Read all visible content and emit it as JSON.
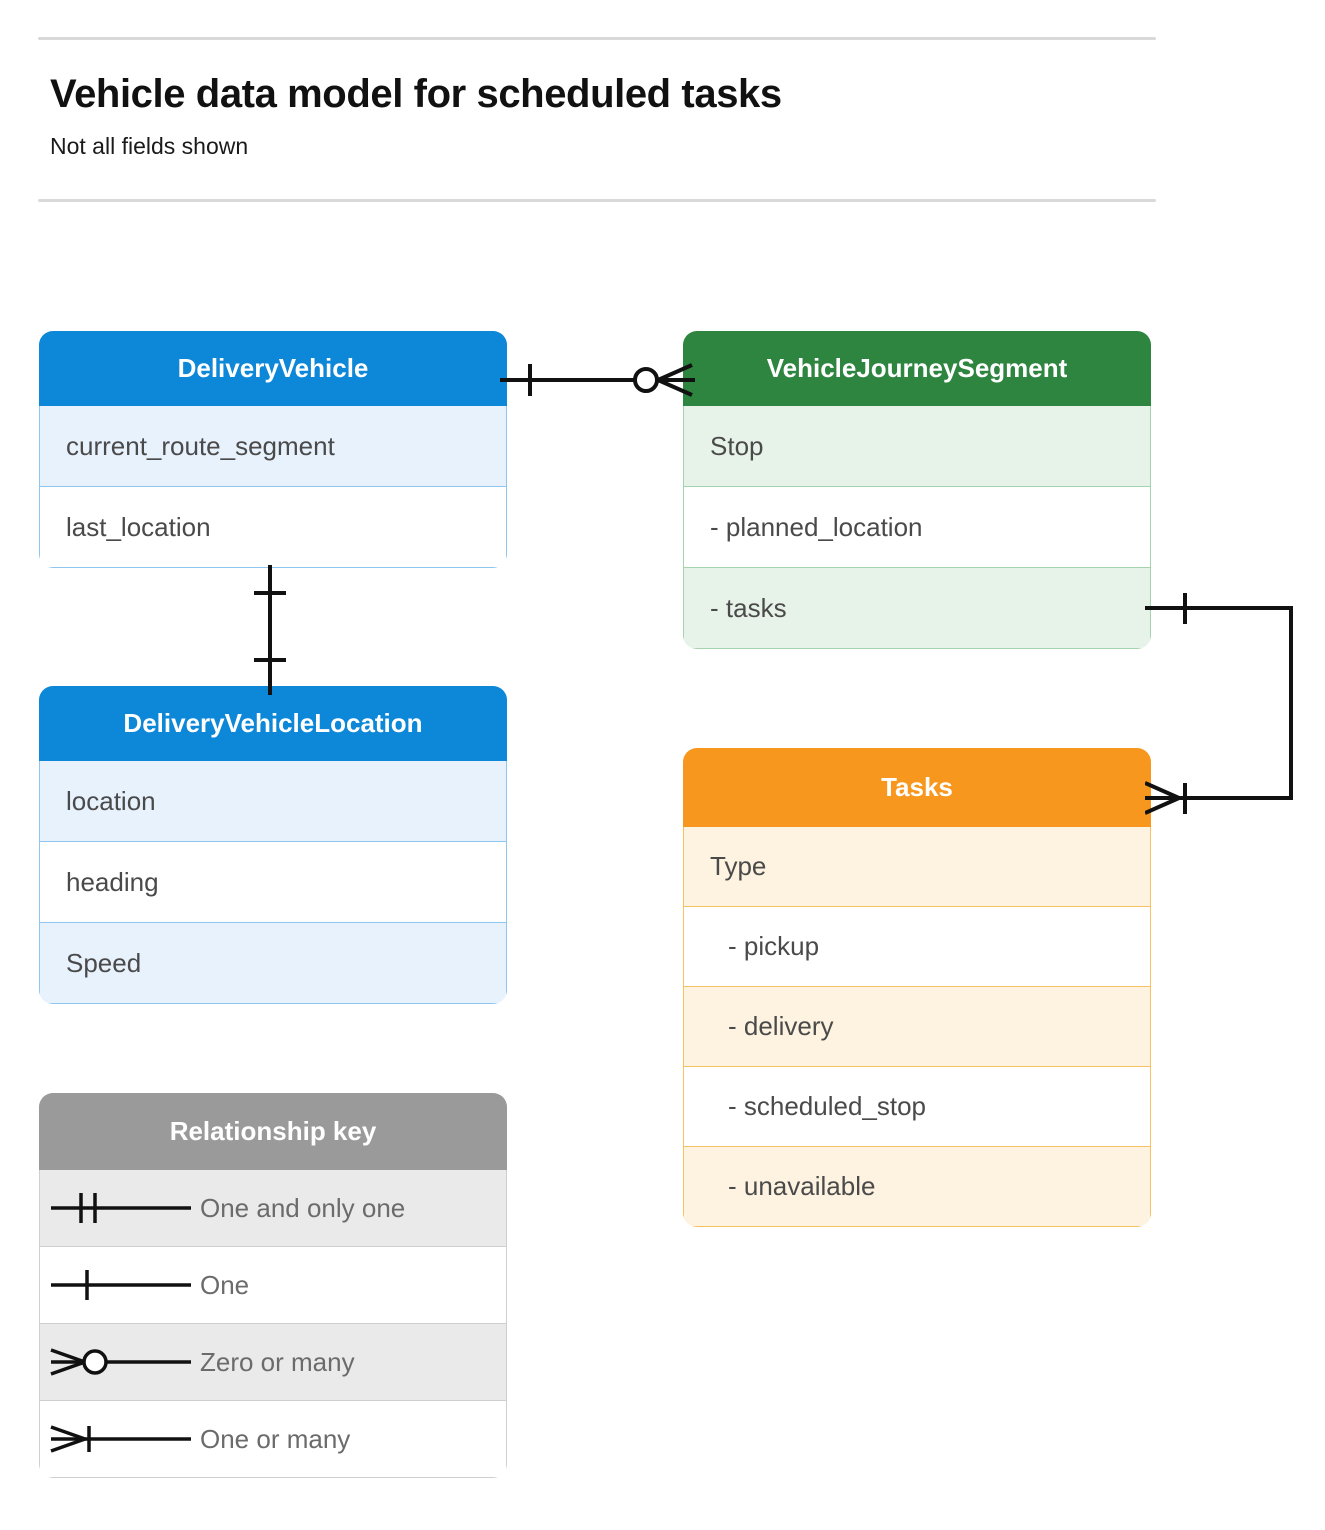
{
  "header": {
    "title": "Vehicle data model for scheduled tasks",
    "subtitle": "Not all fields shown"
  },
  "colors": {
    "blue": "#0d87d8",
    "blue_row": "#e8f2fd",
    "blue_border": "#8fc6f0",
    "green": "#2e8540",
    "green_row": "#e7f2e9",
    "green_border": "#a5d3ae",
    "orange": "#f7971d",
    "orange_row": "#fdf3e0",
    "orange_border": "#f8c162",
    "gray": "#9a9a9a",
    "gray_row": "#eaeaea",
    "gray_border": "#cfcfcf",
    "line": "#111111",
    "rule": "#d9d9d9"
  },
  "entities": {
    "delivery_vehicle": {
      "name": "DeliveryVehicle",
      "fields": [
        {
          "label": "current_route_segment"
        },
        {
          "label": "last_location"
        }
      ]
    },
    "delivery_vehicle_location": {
      "name": "DeliveryVehicleLocation",
      "fields": [
        {
          "label": "location"
        },
        {
          "label": "heading"
        },
        {
          "label": "Speed"
        }
      ]
    },
    "vehicle_journey_segment": {
      "name": "VehicleJourneySegment",
      "fields": [
        {
          "label": "Stop"
        },
        {
          "label": "-  planned_location"
        },
        {
          "label": "- tasks"
        }
      ]
    },
    "tasks": {
      "name": "Tasks",
      "fields": [
        {
          "label": "Type"
        },
        {
          "label": "-  pickup"
        },
        {
          "label": "-  delivery"
        },
        {
          "label": "-  scheduled_stop"
        },
        {
          "label": "-  unavailable"
        }
      ]
    }
  },
  "legend": {
    "title": "Relationship key",
    "items": [
      {
        "symbol": "one-and-only-one-icon",
        "label": "One and only one"
      },
      {
        "symbol": "one-icon",
        "label": "One"
      },
      {
        "symbol": "zero-or-many-icon",
        "label": "Zero or many"
      },
      {
        "symbol": "one-or-many-icon",
        "label": "One or many"
      }
    ]
  },
  "relationships": [
    {
      "from": "DeliveryVehicle",
      "to": "VehicleJourneySegment",
      "from_cardinality": "One",
      "to_cardinality": "Zero or many"
    },
    {
      "from": "DeliveryVehicle",
      "to": "DeliveryVehicleLocation",
      "from_cardinality": "One",
      "to_cardinality": "One"
    },
    {
      "from": "VehicleJourneySegment.tasks",
      "to": "Tasks",
      "from_cardinality": "One",
      "to_cardinality": "One or many"
    }
  ]
}
